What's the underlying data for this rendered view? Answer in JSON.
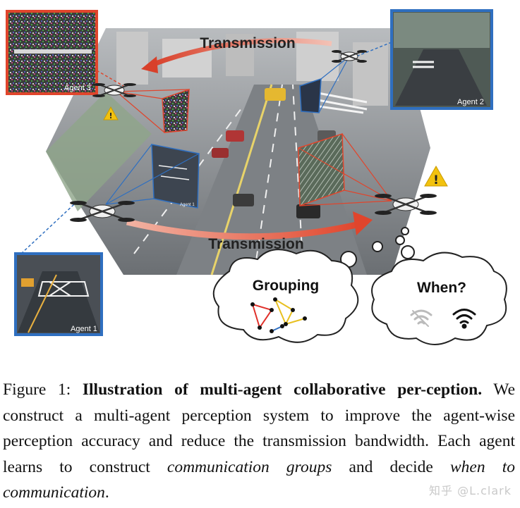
{
  "figure": {
    "transmission_top": "Transmission",
    "transmission_bottom": "Transmission",
    "agent1": "Agent 1",
    "agent2": "Agent 2",
    "agent3": "Agent 3",
    "view_label_small": "Agent 1",
    "grouping": "Grouping",
    "when": "When?",
    "warning_icon": "warning-icon",
    "wifi_icon": "wifi-icon"
  },
  "caption": {
    "label": "Figure 1: ",
    "title": "Illustration of multi-agent collaborative per-ception.",
    "body1": " We construct a multi-agent perception system to improve the agent-wise perception accuracy and reduce the transmission bandwidth.  Each agent learns to construct ",
    "ital1": "communication groups",
    "body2": " and decide ",
    "ital2": "when to communication",
    "body3": "."
  },
  "watermark": "知乎 @L.clark"
}
